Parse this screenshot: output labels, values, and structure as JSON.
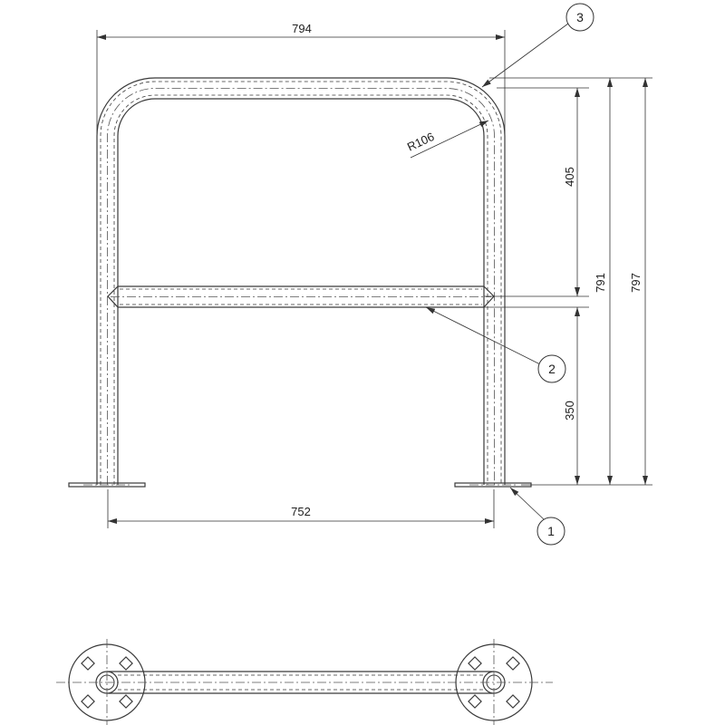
{
  "drawing": {
    "dimensions": {
      "top_width": "794",
      "bottom_width": "752",
      "radius": "R106",
      "upper_span": "405",
      "lower_span": "350",
      "inner_height": "791",
      "total_height": "797"
    },
    "balloons": {
      "base_plate": "1",
      "cross_bar": "2",
      "main_hoop": "3"
    }
  }
}
